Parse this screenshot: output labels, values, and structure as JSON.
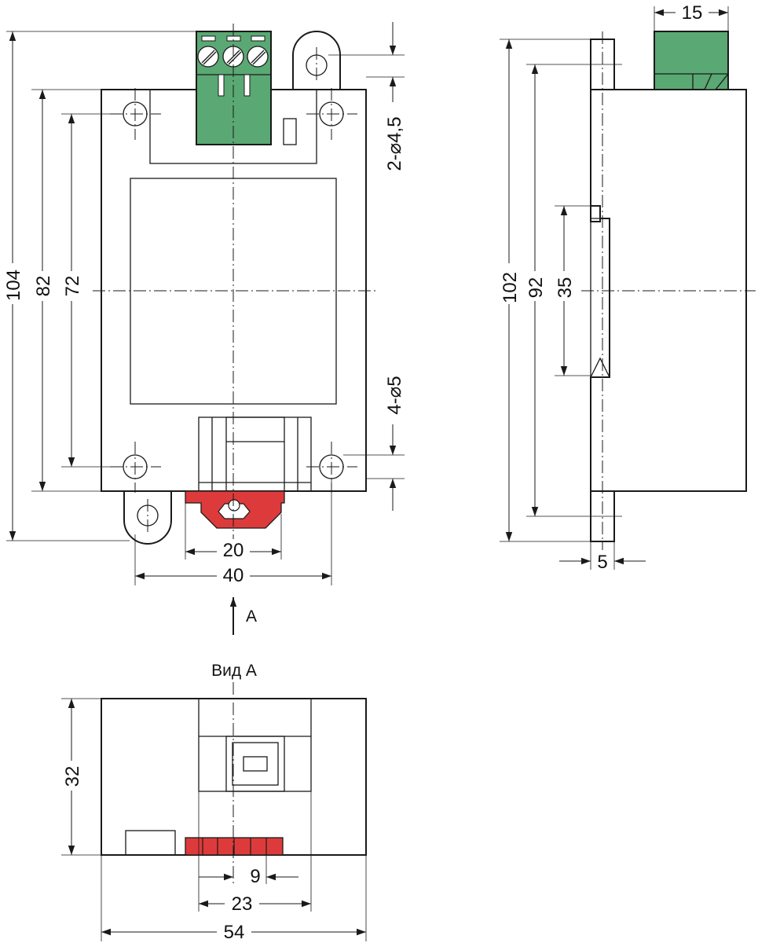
{
  "drawing": {
    "front_view": {
      "dim_height_overall": "104",
      "dim_height_mounting": "82",
      "dim_height_holes": "72",
      "dim_holes_top": "2-⌀4,5",
      "dim_holes_bottom": "4-⌀5",
      "dim_width_clip": "20",
      "dim_width_holes": "40"
    },
    "side_view": {
      "dim_terminal_depth": "15",
      "dim_height_overall": "102",
      "dim_height_flange": "92",
      "dim_din_rail": "35",
      "dim_flange_thickness": "5"
    },
    "bottom_view": {
      "view_arrow_label": "А",
      "title": "Вид А",
      "dim_height": "32",
      "dim_width_connector": "9",
      "dim_width_port": "23",
      "dim_width_overall": "54"
    },
    "colors": {
      "terminal_green": "#5aa873",
      "din_clip_red": "#dd3b3b",
      "outline": "#1a1a1a"
    }
  }
}
